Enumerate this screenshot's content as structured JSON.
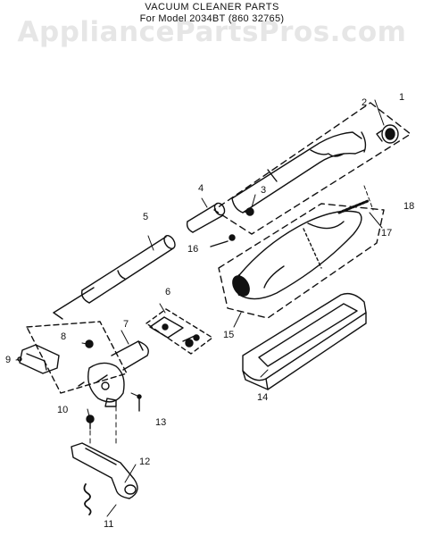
{
  "header": {
    "title": "VACUUM CLEANER PARTS",
    "model_line": "For Model 2034BT (860 32765)"
  },
  "watermark": "AppliancePartsPros.com",
  "callouts": {
    "c1": "1",
    "c2": "2",
    "c3": "3",
    "c4": "4",
    "c5": "5",
    "c6": "6",
    "c7": "7",
    "c8": "8",
    "c9": "9",
    "c10": "10",
    "c11": "11",
    "c12": "12",
    "c13": "13",
    "c14": "14",
    "c15": "15",
    "c16": "16",
    "c17": "17",
    "c18": "18"
  }
}
